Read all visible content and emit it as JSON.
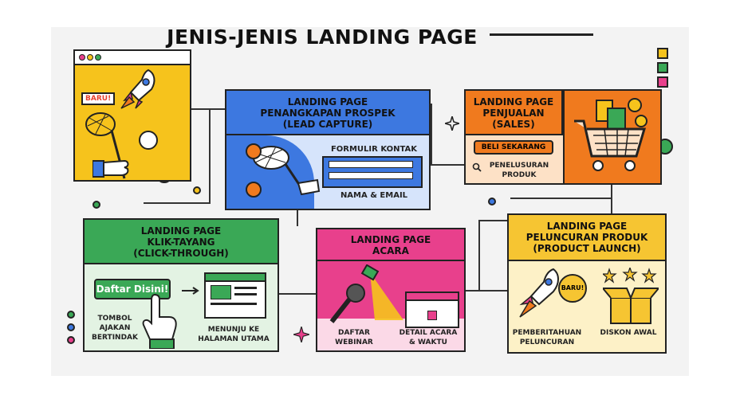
{
  "title": "JENIS-JENIS LANDING PAGE",
  "badge_new": "BARU!",
  "lead_capture": {
    "heading": "LANDING PAGE\nPENANGKAPAN PROSPEK\n(LEAD CAPTURE)",
    "form_label": "FORMULIR KONTAK",
    "fields_label": "NAMA & EMAIL"
  },
  "sales": {
    "heading": "LANDING PAGE\nPENJUALAN\n(SALES)",
    "buy_button": "BELI SEKARANG",
    "browse_label": "PENELUSURAN\nPRODUK"
  },
  "click_through": {
    "heading": "LANDING PAGE\nKLIK-TAYANG\n(CLICK-THROUGH)",
    "cta_button": "Daftar Disini!",
    "cta_label": "TOMBOL\nAJAKAN\nBERTINDAK",
    "target_label": "MENUNJU KE\nHALAMAN UTAMA"
  },
  "event": {
    "heading": "LANDING PAGE\nACARA",
    "webinar_label": "DAFTAR\nWEBINAR",
    "detail_label": "DETAIL ACARA\n& WAKTU"
  },
  "product_launch": {
    "heading": "LANDING PAGE\nPELUNCURAN PRODUK\n(PRODUCT LAUNCH)",
    "badge": "BARU!",
    "announce_label": "PEMBERITAHUAN\nPELUNCURAN",
    "discount_label": "DISKON AWAL"
  },
  "colors": {
    "yellow": "#f6c31c",
    "blue": "#3d78e0",
    "orange": "#f07a1e",
    "green": "#3aa856",
    "pink": "#e8408c",
    "launch_yellow": "#f6c532"
  }
}
